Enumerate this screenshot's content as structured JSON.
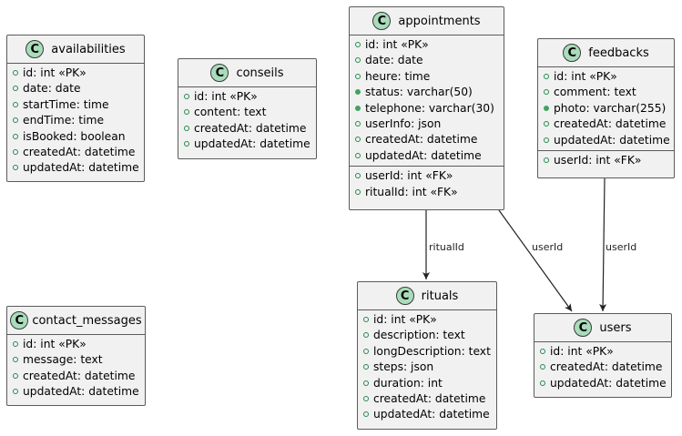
{
  "edges": [
    {
      "label": "ritualId",
      "from": "appointments",
      "to": "rituals"
    },
    {
      "label": "userId",
      "from": "appointments",
      "to": "users"
    },
    {
      "label": "userId",
      "from": "feedbacks",
      "to": "users"
    }
  ],
  "classes": {
    "availabilities": {
      "stereotype": "C",
      "name": "availabilities",
      "fields": [
        {
          "text": "id: int «PK»",
          "vis": "public"
        },
        {
          "text": "date: date",
          "vis": "public"
        },
        {
          "text": "startTime: time",
          "vis": "public"
        },
        {
          "text": "endTime: time",
          "vis": "public"
        },
        {
          "text": "isBooked: boolean",
          "vis": "public"
        },
        {
          "text": "createdAt: datetime",
          "vis": "public"
        },
        {
          "text": "updatedAt: datetime",
          "vis": "public"
        }
      ]
    },
    "conseils": {
      "stereotype": "C",
      "name": "conseils",
      "fields": [
        {
          "text": "id: int «PK»",
          "vis": "public"
        },
        {
          "text": "content: text",
          "vis": "public"
        },
        {
          "text": "createdAt: datetime",
          "vis": "public"
        },
        {
          "text": "updatedAt: datetime",
          "vis": "public"
        }
      ]
    },
    "appointments": {
      "stereotype": "C",
      "name": "appointments",
      "fields": [
        {
          "text": "id: int «PK»",
          "vis": "public"
        },
        {
          "text": "date: date",
          "vis": "public"
        },
        {
          "text": "heure: time",
          "vis": "public"
        },
        {
          "text": "status: varchar(50)",
          "vis": "filled"
        },
        {
          "text": "telephone: varchar(30)",
          "vis": "filled"
        },
        {
          "text": "userInfo: json",
          "vis": "public"
        },
        {
          "text": "createdAt: datetime",
          "vis": "public"
        },
        {
          "text": "updatedAt: datetime",
          "vis": "public"
        }
      ],
      "fk": [
        {
          "text": "userId: int «FK»",
          "vis": "public"
        },
        {
          "text": "ritualId: int «FK»",
          "vis": "public"
        }
      ]
    },
    "feedbacks": {
      "stereotype": "C",
      "name": "feedbacks",
      "fields": [
        {
          "text": "id: int «PK»",
          "vis": "public"
        },
        {
          "text": "comment: text",
          "vis": "public"
        },
        {
          "text": "photo: varchar(255)",
          "vis": "filled"
        },
        {
          "text": "createdAt: datetime",
          "vis": "public"
        },
        {
          "text": "updatedAt: datetime",
          "vis": "public"
        }
      ],
      "fk": [
        {
          "text": "userId: int «FK»",
          "vis": "public"
        }
      ]
    },
    "contact_messages": {
      "stereotype": "C",
      "name": "contact_messages",
      "fields": [
        {
          "text": "id: int «PK»",
          "vis": "public"
        },
        {
          "text": "message: text",
          "vis": "public"
        },
        {
          "text": "createdAt: datetime",
          "vis": "public"
        },
        {
          "text": "updatedAt: datetime",
          "vis": "public"
        }
      ]
    },
    "rituals": {
      "stereotype": "C",
      "name": "rituals",
      "fields": [
        {
          "text": "id: int «PK»",
          "vis": "public"
        },
        {
          "text": "description: text",
          "vis": "public"
        },
        {
          "text": "longDescription: text",
          "vis": "public"
        },
        {
          "text": "steps: json",
          "vis": "public"
        },
        {
          "text": "duration: int",
          "vis": "public"
        },
        {
          "text": "createdAt: datetime",
          "vis": "public"
        },
        {
          "text": "updatedAt: datetime",
          "vis": "public"
        }
      ]
    },
    "users": {
      "stereotype": "C",
      "name": "users",
      "fields": [
        {
          "text": "id: int «PK»",
          "vis": "public"
        },
        {
          "text": "createdAt: datetime",
          "vis": "public"
        },
        {
          "text": "updatedAt: datetime",
          "vis": "public"
        }
      ]
    }
  }
}
